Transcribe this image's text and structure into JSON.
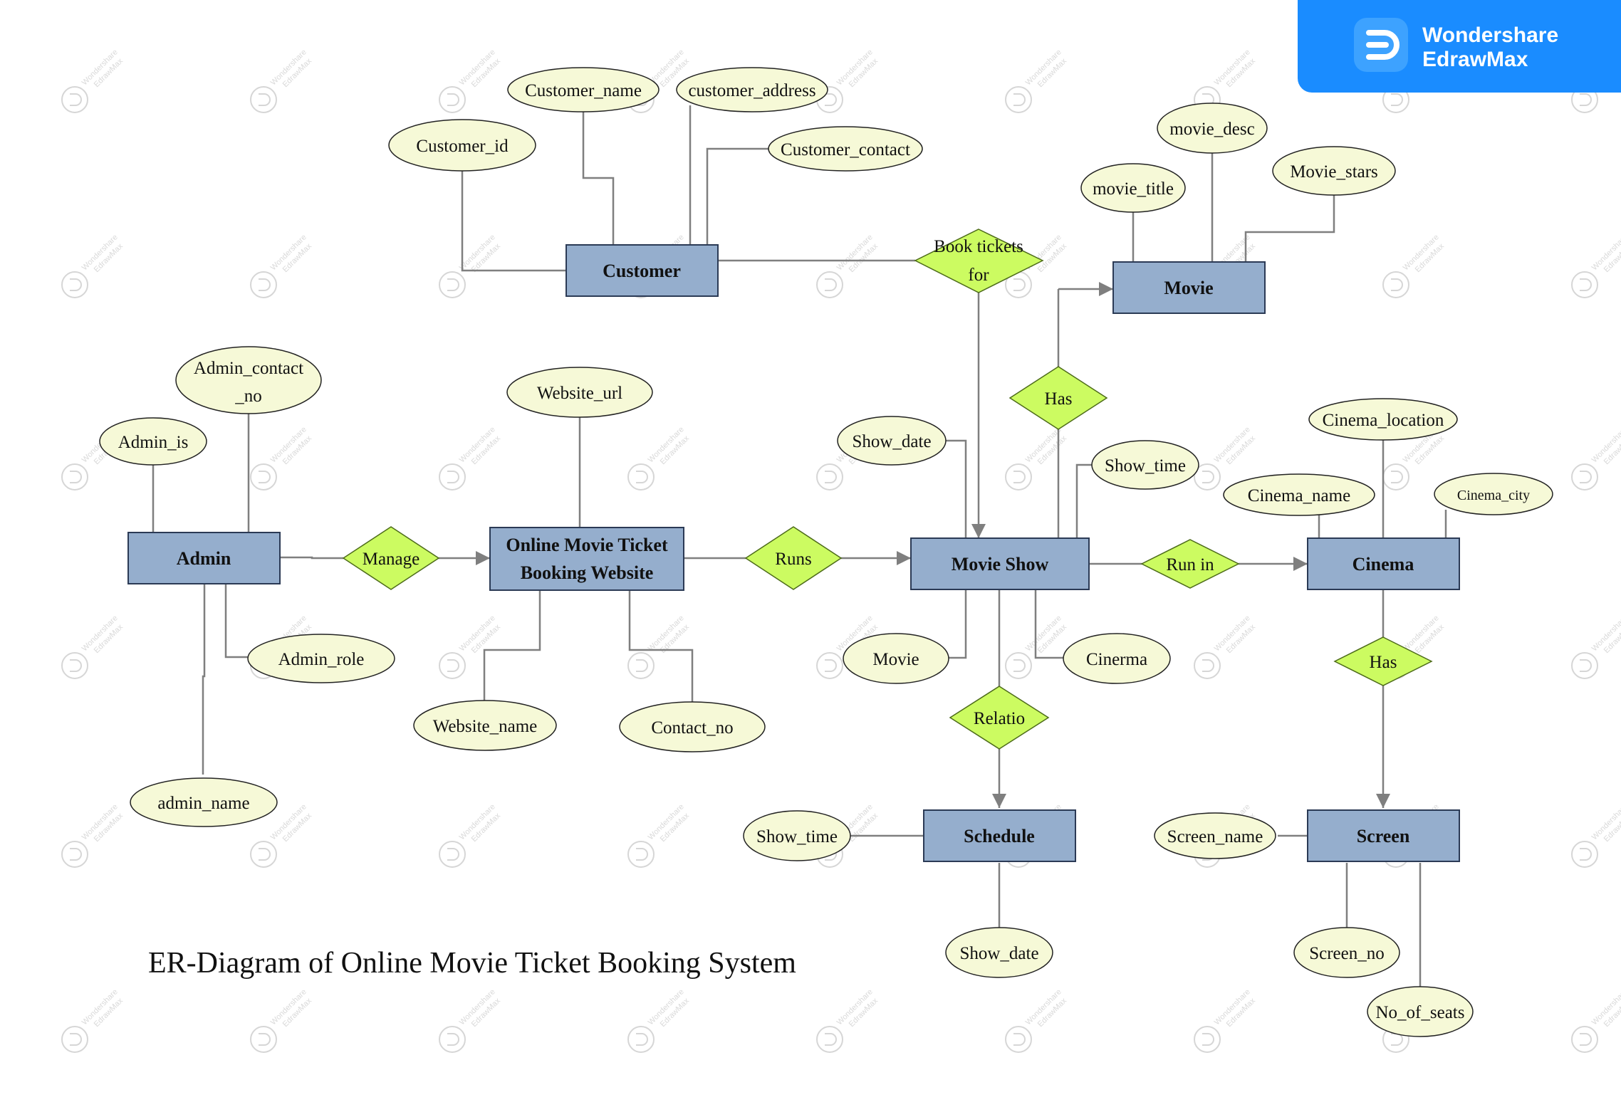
{
  "diagram_title": "ER-Diagram of Online Movie Ticket Booking System",
  "brand": {
    "line1": "Wondershare",
    "line2": "EdrawMax",
    "color": "#1a8cff",
    "icon": "edrawmax-logo-icon"
  },
  "watermark": {
    "line1": "Wondershare",
    "line2": "EdrawMax"
  },
  "colors": {
    "entity_fill": "#95aecd",
    "entity_stroke": "#2b3a55",
    "attribute_fill": "#f6f9d7",
    "relationship_fill": "#ccfb61",
    "line": "#7f7f7f"
  },
  "entities": {
    "customer": "Customer",
    "movie": "Movie",
    "admin": "Admin",
    "website_line1": "Online Movie Ticket",
    "website_line2": "Booking Website",
    "movie_show": "Movie Show",
    "cinema": "Cinema",
    "schedule": "Schedule",
    "screen": "Screen"
  },
  "relationships": {
    "book_line1": "Book tickets",
    "book_line2": "for",
    "has_movie": "Has",
    "manage": "Manage",
    "runs": "Runs",
    "run_in": "Run in",
    "has_screen": "Has",
    "relatio": "Relatio"
  },
  "attributes": {
    "customer_id": "Customer_id",
    "customer_name": "Customer_name",
    "customer_address": "customer_address",
    "customer_contact": "Customer_contact",
    "movie_title": "movie_title",
    "movie_desc": "movie_desc",
    "movie_stars": "Movie_stars",
    "admin_contact_line1": "Admin_contact",
    "admin_contact_line2": "_no",
    "admin_is": "Admin_is",
    "admin_role": "Admin_role",
    "admin_name": "admin_name",
    "website_url": "Website_url",
    "website_name": "Website_name",
    "contact_no": "Contact_no",
    "show_date_ms": "Show_date",
    "show_time_ms": "Show_time",
    "movie_ms": "Movie",
    "cinerma": "Cinerma",
    "cinema_location": "Cinema_location",
    "cinema_name": "Cinema_name",
    "cinema_city": "Cinema_city",
    "show_time_sched": "Show_time",
    "show_date_sched": "Show_date",
    "screen_name": "Screen_name",
    "screen_no": "Screen_no",
    "no_of_seats": "No_of_seats"
  }
}
